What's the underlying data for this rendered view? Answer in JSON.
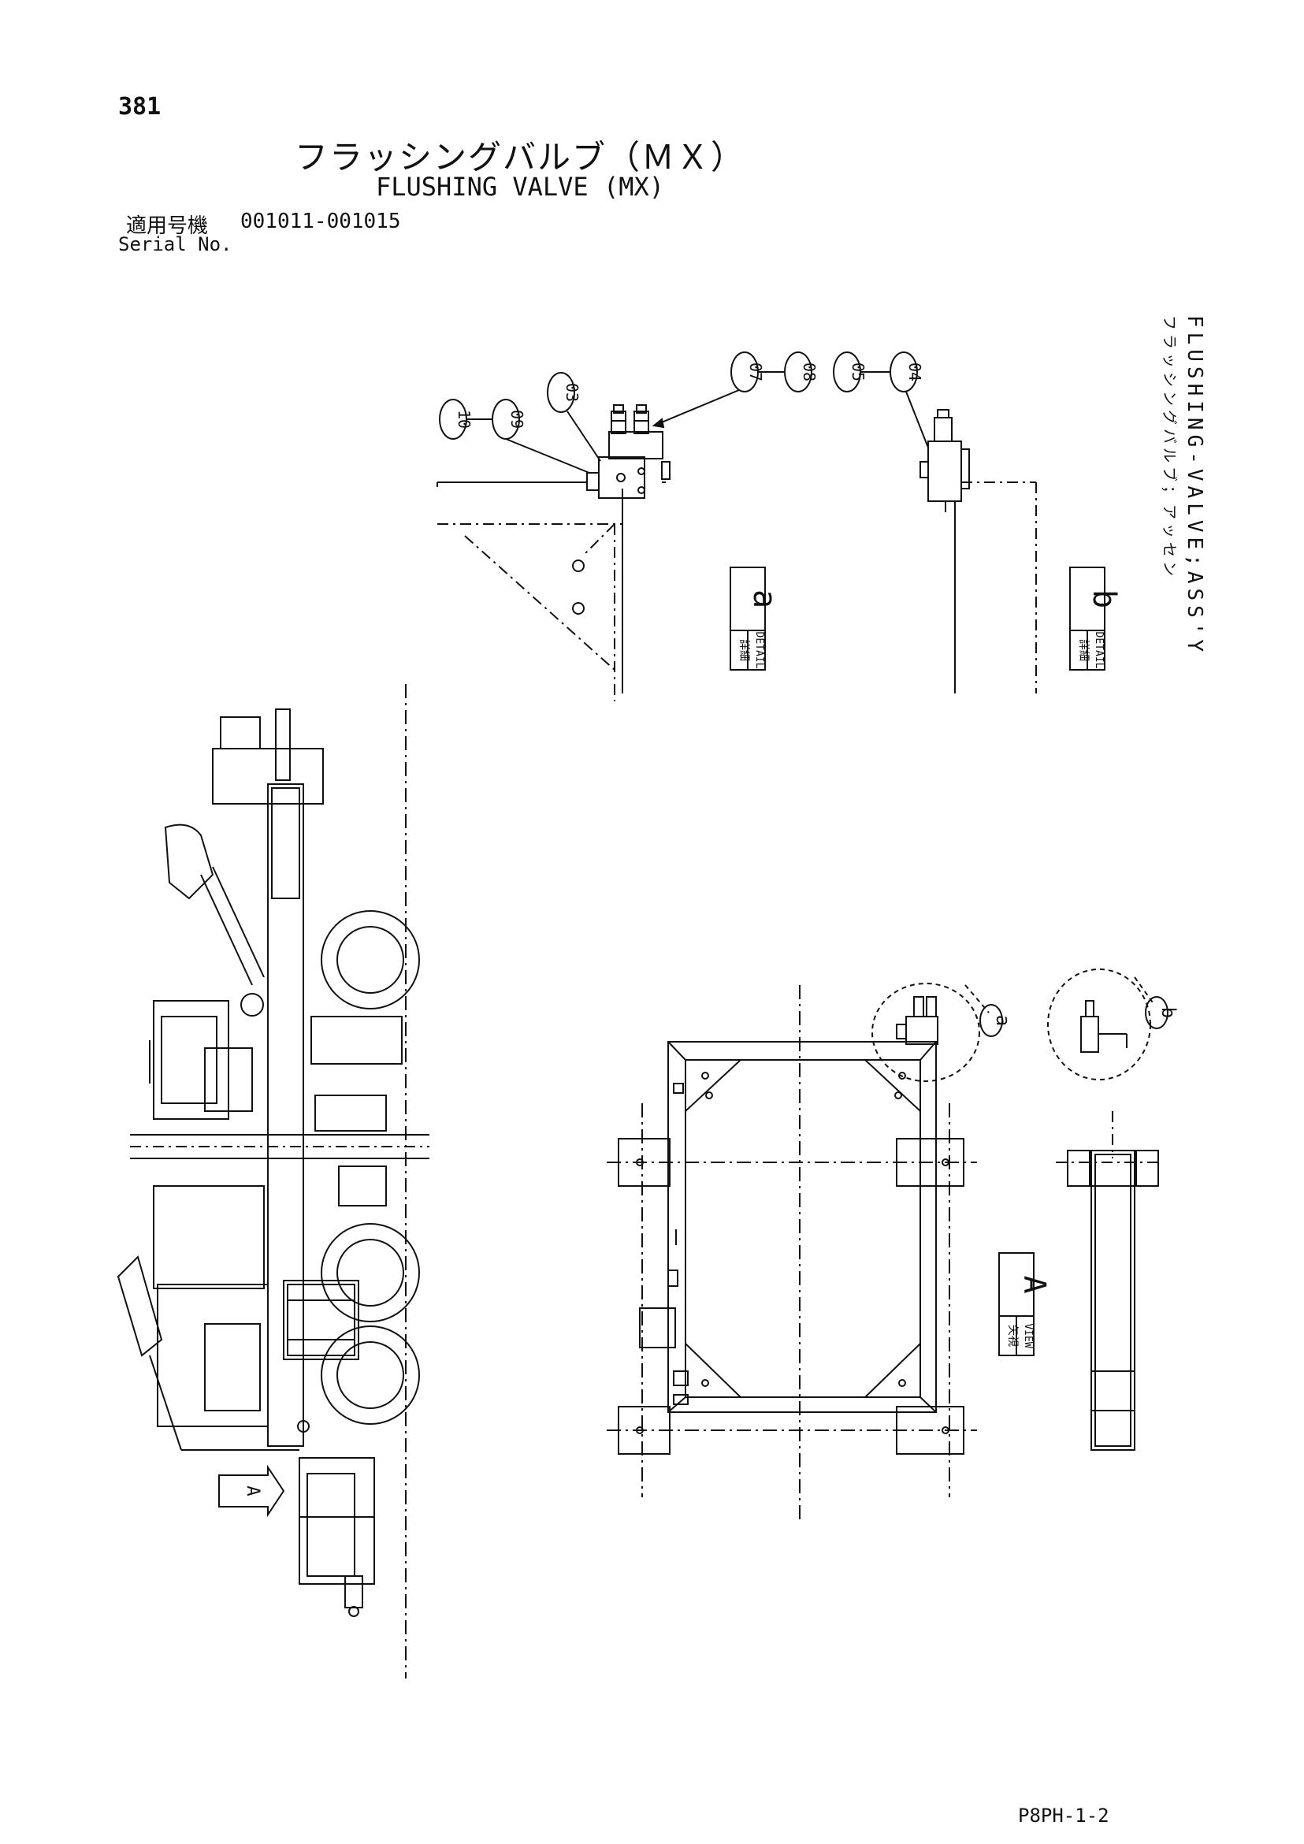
{
  "page_number": "381",
  "title_jp": "フラッシングバルブ（ＭＸ）",
  "title_en": "FLUSHING VALVE (MX)",
  "serial": {
    "label_jp": "適用号機",
    "label_en": "Serial No.",
    "range": "001011-001015"
  },
  "callouts": {
    "c10": "10",
    "c09": "09",
    "c03": "03",
    "c07": "07",
    "c08": "08",
    "c05": "05",
    "c04": "04",
    "detail_a_circle": "a",
    "detail_b_circle": "b"
  },
  "boxes": {
    "detail_a": {
      "jp": "詳細",
      "en": "DETAIL",
      "letter": "a"
    },
    "detail_b": {
      "jp": "詳細",
      "en": "DETAIL",
      "letter": "b"
    },
    "view_a": {
      "jp": "矢視",
      "en": "VIEW",
      "letter": "A"
    },
    "arrow_a": "A"
  },
  "assy_label": {
    "jp": "フラッシングバルブ；アッセン",
    "en": "FLUSHING-VALVE;ASS'Y"
  },
  "footer_code": "P8PH-1-2"
}
